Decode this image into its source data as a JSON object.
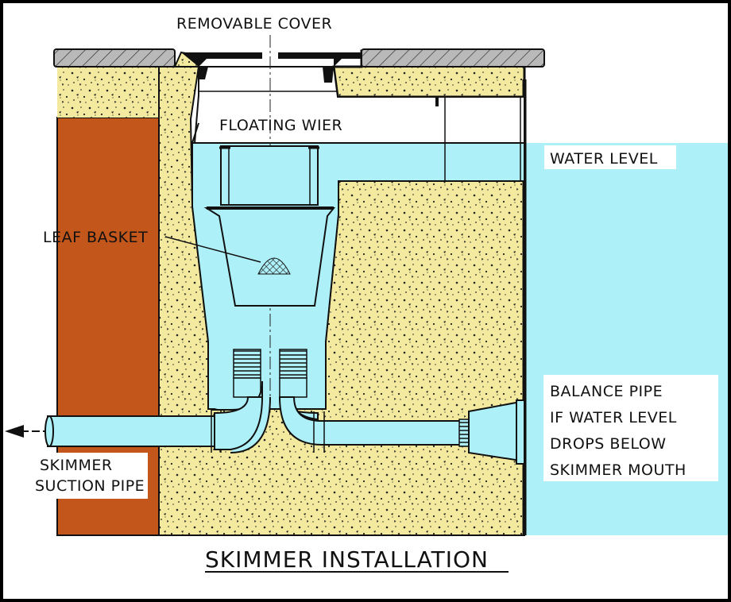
{
  "title": "SKIMMER INSTALLATION",
  "labels": {
    "removable_cover": "REMOVABLE COVER",
    "floating_weir": "FLOATING WIER",
    "water_level": "WATER LEVEL",
    "leaf_basket": "LEAF BASKET",
    "suction_pipe_line1": "SKIMMER",
    "suction_pipe_line2": "SUCTION PIPE",
    "balance_line1": "BALANCE PIPE",
    "balance_line2": "IF WATER LEVEL",
    "balance_line3": "DROPS BELOW",
    "balance_line4": "SKIMMER MOUTH"
  },
  "colors": {
    "background": "#ffffff",
    "frame": "#000000",
    "water": "#aef0f7",
    "concrete": "#f3ea9f",
    "soil": "#c3561a",
    "coping": "#b9b9b9",
    "line": "#111111"
  }
}
